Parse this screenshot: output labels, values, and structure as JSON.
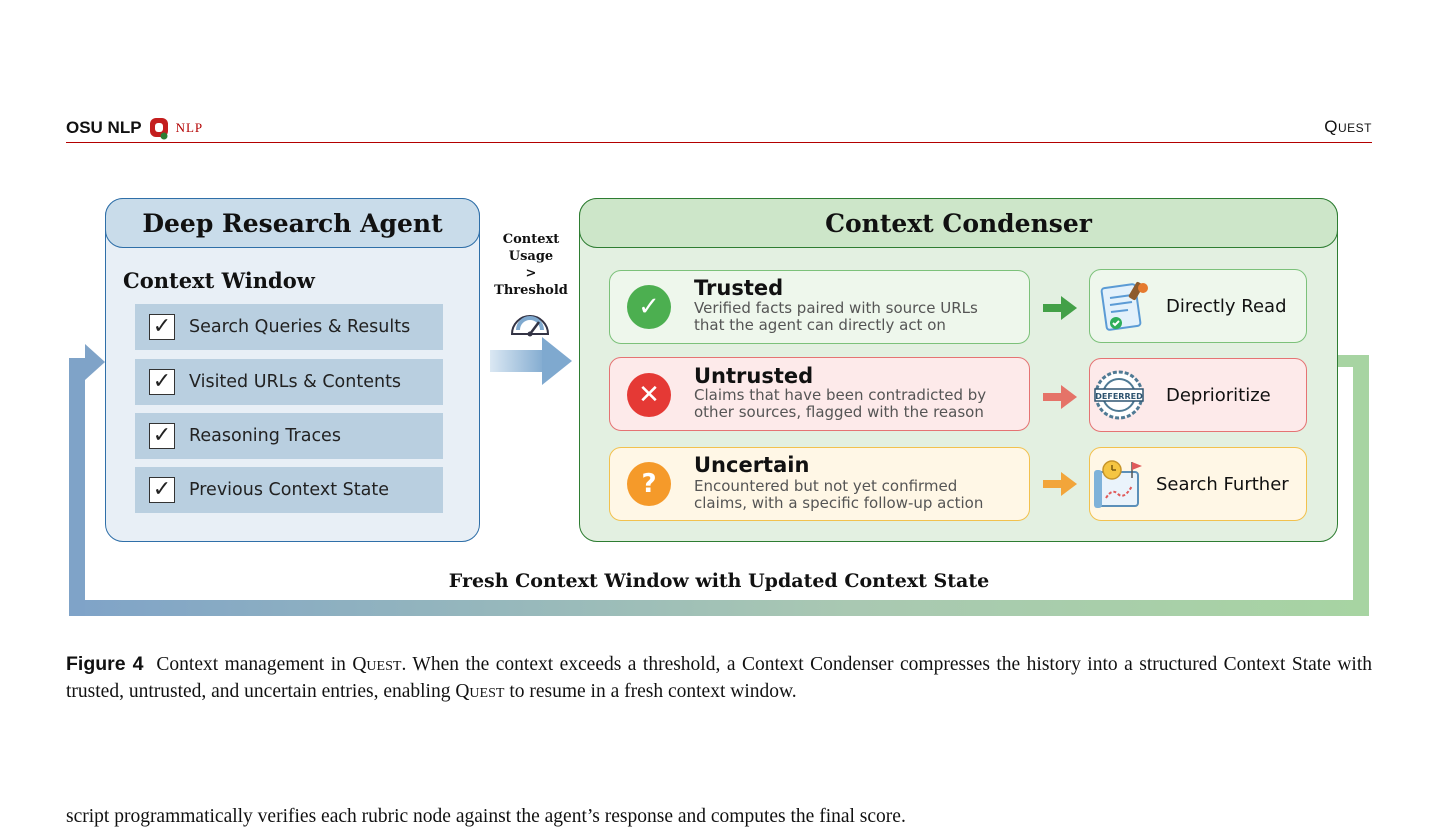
{
  "header": {
    "lab": "OSU NLP",
    "logo_text": "NLP",
    "title": "Quest"
  },
  "figure": {
    "agent": {
      "title": "Deep Research Agent",
      "window_title": "Context Window",
      "items": [
        "Search Queries & Results",
        "Visited URLs & Contents",
        "Reasoning Traces",
        "Previous Context State"
      ]
    },
    "trigger": {
      "line1": "Context",
      "line2": "Usage",
      "line3": ">",
      "line4": "Threshold"
    },
    "condenser": {
      "title": "Context Condenser",
      "categories": [
        {
          "name": "Trusted",
          "desc1": "Verified facts paired with source URLs",
          "desc2": "that the agent can directly act on",
          "action": "Directly Read",
          "color": "#4caf50"
        },
        {
          "name": "Untrusted",
          "desc1": "Claims that have been contradicted by",
          "desc2": "other sources, flagged with the reason",
          "action": "Deprioritize",
          "color": "#e53935"
        },
        {
          "name": "Uncertain",
          "desc1": "Encountered but not yet confirmed",
          "desc2": "claims, with a specific follow-up action",
          "action": "Search Further",
          "color": "#f59a2a"
        }
      ],
      "stamp_text": "DEFERRED"
    },
    "loop_label": "Fresh Context Window with Updated Context State"
  },
  "caption": {
    "label": "Figure 4",
    "t1": "Context management in",
    "name": "Quest",
    "t2": ". When the context exceeds a threshold, a Context Condenser compresses the history into a structured Context State with trusted, untrusted, and uncertain entries, enabling",
    "t3": "to resume in a fresh context window."
  },
  "body_text": "script programmatically verifies each rubric node against the agent’s response and computes the final score."
}
